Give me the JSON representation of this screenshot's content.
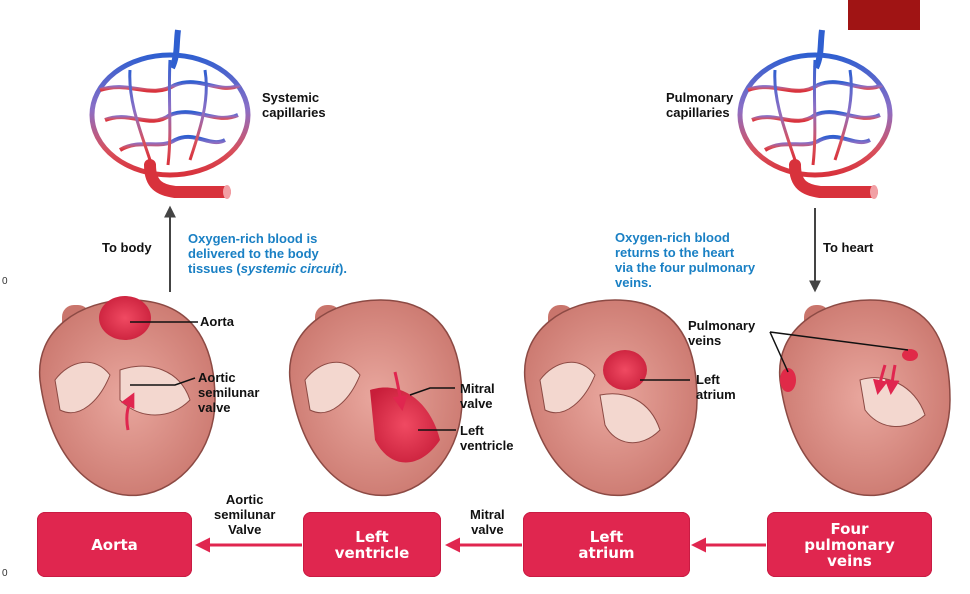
{
  "labels": {
    "systemic_capillaries": "Systemic\ncapillaries",
    "pulmonary_capillaries": "Pulmonary\ncapillaries",
    "to_body": "To body",
    "to_heart": "To heart",
    "aorta_label": "Aorta",
    "aortic_semilunar_valve": "Aortic\nsemilunar\nvalve",
    "mitral_valve": "Mitral\nvalve",
    "left_ventricle": "Left\nventricle",
    "left_atrium": "Left\natrium",
    "pulmonary_veins": "Pulmonary\nveins",
    "aortic_semilunar_valve_flow": "Aortic\nsemilunar\nValve",
    "mitral_valve_flow": "Mitral\nvalve"
  },
  "captions": {
    "systemic_line1": "Oxygen-rich blood is",
    "systemic_line2": "delivered to the body",
    "systemic_line3_pre": "tissues (",
    "systemic_line3_italic": "systemic circuit",
    "systemic_line3_post": ").",
    "pulmonary": "Oxygen-rich blood\nreturns to the heart\nvia the four pulmonary\nveins."
  },
  "flow_boxes": {
    "aorta": "Aorta",
    "left_ventricle": "Left\nventricle",
    "left_atrium": "Left\natrium",
    "four_pulmonary_veins": "Four\npulmonary\nveins"
  },
  "edge_ticks": {
    "top": "0",
    "bottom": "0"
  },
  "colors": {
    "flow_box": "#e0264f",
    "arrow": "#e0264f",
    "caption": "#1a80c4",
    "corner": "#a01414",
    "heart_tissue": "#d98a82",
    "heart_highlight": "#e02a48",
    "capillary_blue": "#2f5fd0",
    "capillary_red": "#d8323c"
  }
}
